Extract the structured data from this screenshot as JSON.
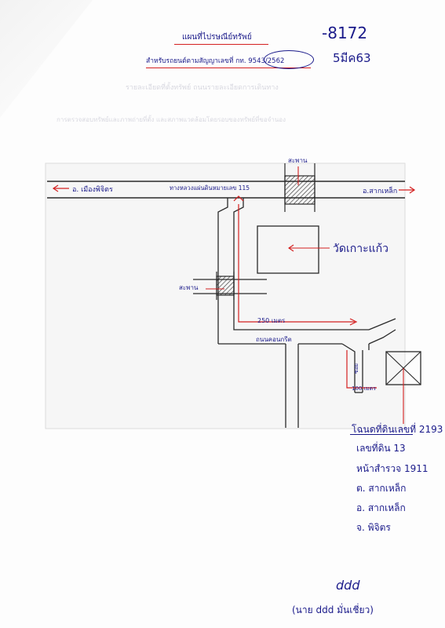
{
  "header": {
    "title": "แผนที่ไปรษณีย์ทรัพย์",
    "subtitle": "สำหรับรถยนต์ตามสัญญาเลขที่ กท. 9543/2562",
    "case_no": "-8172",
    "date": "5มีค63",
    "faint_line_1": "รายละเอียดที่ตั้งทรัพย์ ถนนรายละเอียดการเดินทาง",
    "faint_line_2": "การตรวจสอบทรัพย์และภาพถ่ายที่ตั้ง และสภาพแวดล้อมโดยรอบของทรัพย์ที่ขอจำนอง"
  },
  "map": {
    "left_direction": "อ. เมืองพิจิตร",
    "right_direction": "อ.สากเหล็ก",
    "highway_label": "ทางหลวงแผ่นดินหมายเลข 115",
    "bridge_top": "สะพาน",
    "bridge_left": "สะพาน",
    "temple_label": "วัดเกาะแก้ว",
    "distance_250": "250 เมตร",
    "village_road": "ถนนคอนกรีต",
    "soi_label": "ซอย",
    "distance_100": "100 เมตร"
  },
  "property": {
    "deed": "โฉนดที่ดินเลขที่ 2193",
    "land_no": "เลขที่ดิน 13",
    "survey_page": "หน้าสำรวจ 1911",
    "subdistrict": "ต. สากเหล็ก",
    "district": "อ. สากเหล็ก",
    "province": "จ. พิจิตร"
  },
  "signature": {
    "mark": "ddd",
    "name": "(นาย ddd มั่นเชี่ยว)"
  },
  "colors": {
    "ink": "#1a1a8a",
    "red": "#d42020",
    "line": "#2a2a2a"
  }
}
